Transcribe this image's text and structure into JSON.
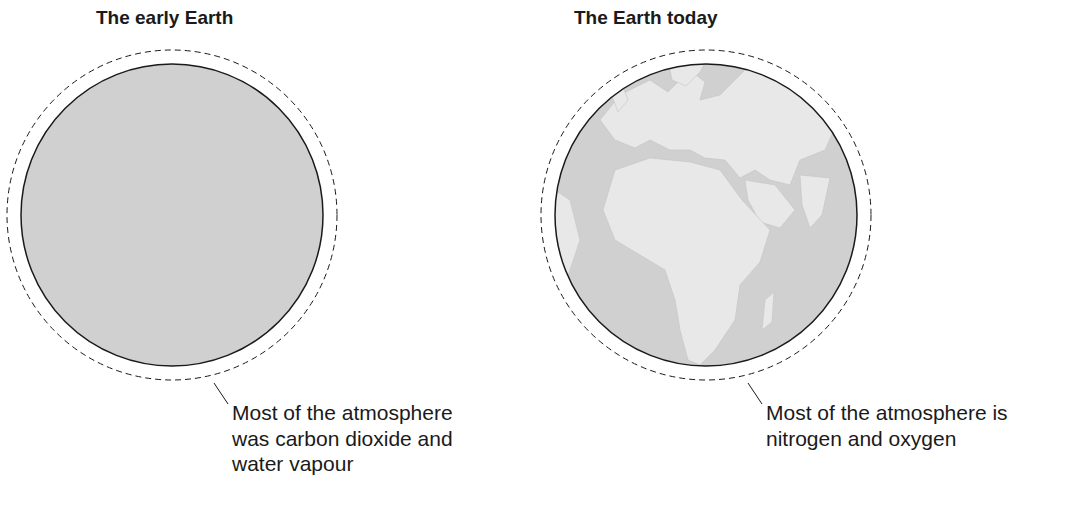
{
  "diagram": {
    "labels": [
      "The early Earth",
      "The Earth today",
      "Most of the atmosphere was carbon dioxide and water vapour",
      "Most of the atmosphere is nitrogen and oxygen"
    ]
  }
}
